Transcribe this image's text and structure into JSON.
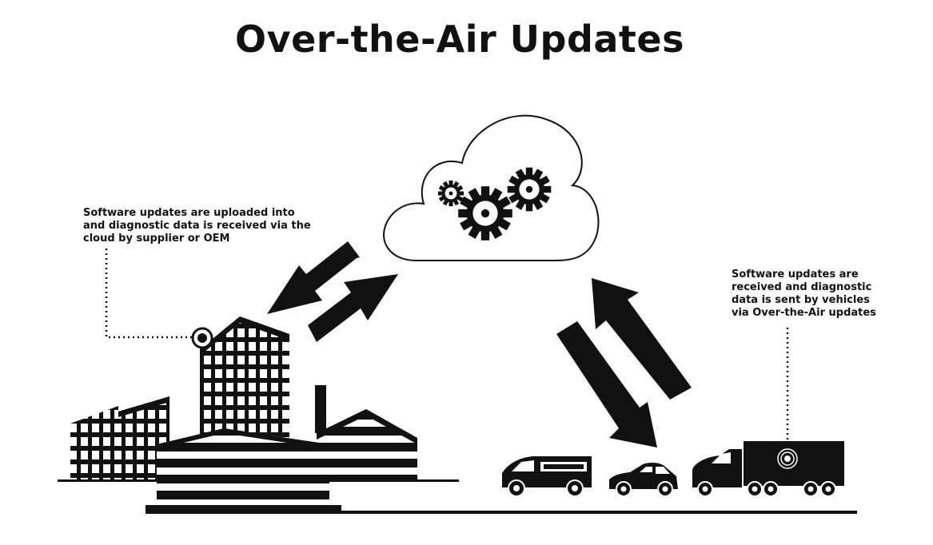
{
  "title": "Over-the-Air Updates",
  "notes": {
    "cloud_side": {
      "lines": [
        "Software updates are uploaded into",
        "and diagnostic data is received via the",
        "cloud by supplier or OEM"
      ]
    },
    "vehicle_side": {
      "lines": [
        "Software updates are",
        "received and diagnostic",
        "data is sent by vehicles",
        "via Over-the-Air updates"
      ]
    }
  },
  "colors": {
    "ink": "#111111",
    "background": "#ffffff"
  },
  "icons": [
    "cloud-icon",
    "gears-icon",
    "buildings-icon",
    "van-icon",
    "car-icon",
    "truck-icon",
    "arrow-icon"
  ]
}
